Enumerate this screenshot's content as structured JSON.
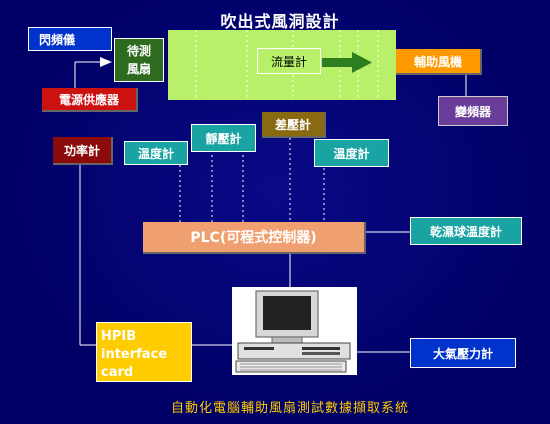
{
  "title": "吹出式風洞設計",
  "footer": "自動化電腦輔助風扇測試數據擷取系統",
  "labels": {
    "flash_meter": "閃頻儀",
    "fan_under_test": "待測\n風扇",
    "flow_meter": "流量計",
    "aux_fan": "輔助風機",
    "inverter": "變頻器",
    "power_supply": "電源供應器",
    "power_meter": "功率計",
    "temp_meter_1": "溫度計",
    "static_pressure": "靜壓計",
    "diff_pressure": "差壓計",
    "temp_meter_2": "溫度計",
    "plc": "PLC(可程式控制器)",
    "dry_wet_bulb": "乾濕球溫度計",
    "hpib_card": "HPIB\ninterface\ncard",
    "barometer": "大氣壓力計"
  },
  "colors": {
    "tunnel": "#b8f06a",
    "fan_green": "#2e6b1e",
    "orange": "#ff9900",
    "purple": "#6a3d9a",
    "red": "#cc1111",
    "dark_red": "#8b0a0a",
    "teal": "#1aa3a3",
    "olive": "#8a6a10",
    "salmon": "#f0a070",
    "yellow": "#ffcc00",
    "blue": "#0033cc"
  }
}
